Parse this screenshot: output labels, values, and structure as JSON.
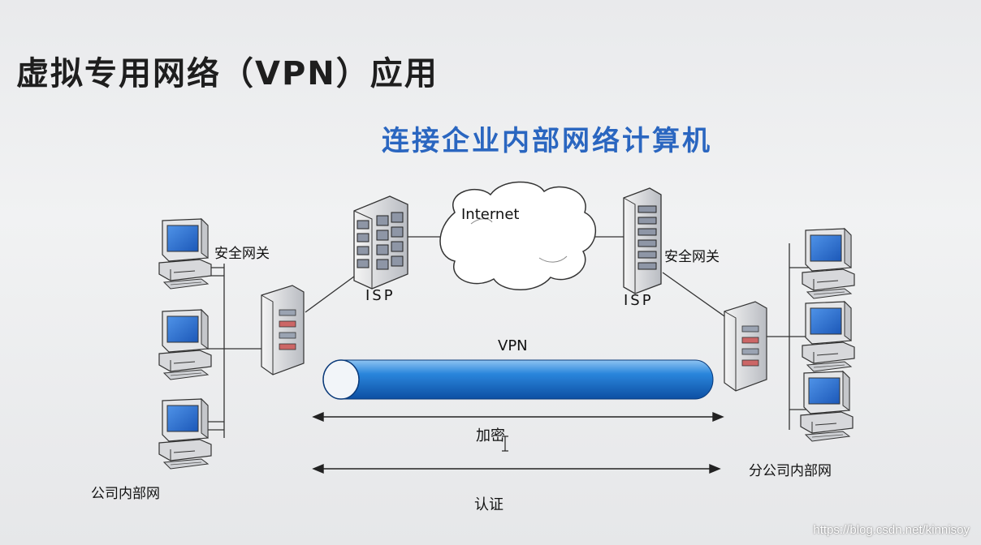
{
  "slide": {
    "title": "虚拟专用网络（VPN）应用",
    "subtitle": "连接企业内部网络计算机"
  },
  "diagram": {
    "internet_label": "Internet",
    "vpn_label": "VPN",
    "left_gateway_label": "安全网关",
    "right_gateway_label": "安全网关",
    "left_isp_label": "ISP",
    "right_isp_label": "ISP",
    "left_network_label": "公司内部网",
    "right_network_label": "分公司内部网",
    "encryption_label": "加密",
    "authentication_label": "认证"
  },
  "watermark": "https://blog.csdn.net/kinnisoy",
  "colors": {
    "subtitle": "#2a66c0",
    "tunnel": "#1f79d6",
    "monitor_screen": "#2e6fd0"
  }
}
